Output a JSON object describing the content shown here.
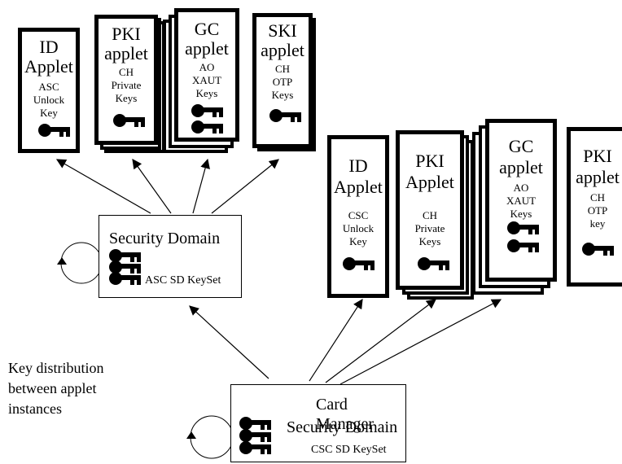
{
  "top_group": {
    "id_applet": {
      "title_1": "ID",
      "title_2": "Applet",
      "line_1": "ASC",
      "line_2": "Unlock",
      "line_3": "Key"
    },
    "pki_applet": {
      "title_1": "PKI",
      "title_2": "applet",
      "line_1": "CH",
      "line_2": "Private",
      "line_3": "Keys"
    },
    "gc_applet": {
      "title_1": "GC",
      "title_2": "applet",
      "line_1": "AO",
      "line_2": "XAUT",
      "line_3": "Keys"
    },
    "ski_applet": {
      "title_1": "SKI",
      "title_2": "applet",
      "line_1": "CH",
      "line_2": "OTP",
      "line_3": "Keys"
    },
    "security_domain": {
      "title": "Security Domain",
      "keyset": "ASC SD KeySet"
    }
  },
  "right_group": {
    "id_applet": {
      "title_1": "ID",
      "title_2": "Applet",
      "line_1": "CSC",
      "line_2": "Unlock",
      "line_3": "Key"
    },
    "pki_applet": {
      "title_1": "PKI",
      "title_2": "Applet",
      "line_1": "CH",
      "line_2": "Private",
      "line_3": "Keys"
    },
    "gc_applet": {
      "title_1": "GC",
      "title_2": "applet",
      "line_1": "AO",
      "line_2": "XAUT",
      "line_3": "Keys"
    },
    "pki_otp_applet": {
      "title_1": "PKI",
      "title_2": "applet",
      "line_1": "CH",
      "line_2": "OTP",
      "line_3": "key"
    }
  },
  "card_manager": {
    "title_1": "Card Manager",
    "title_2": "Security Domain",
    "keyset": "CSC SD KeySet"
  },
  "caption": {
    "line_1": "Key distribution",
    "line_2": "between applet",
    "line_3": "instances"
  }
}
